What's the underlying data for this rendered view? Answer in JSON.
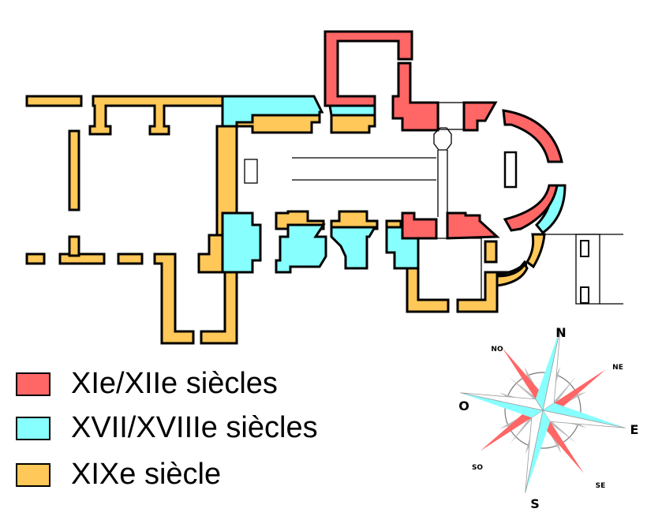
{
  "colors": {
    "period_11_12": "#ff6666",
    "period_17_18": "#88ffff",
    "period_19": "#ffc858",
    "wall_outline": "#000000"
  },
  "legend": [
    {
      "label": "XIe/XIIe siècles",
      "color": "#ff6666"
    },
    {
      "label": "XVII/XVIIIe siècles",
      "color": "#88ffff"
    },
    {
      "label": "XIXe siècle",
      "color": "#ffc858"
    }
  ],
  "compass": {
    "cardinal": {
      "north": "N",
      "east": "E",
      "south": "S",
      "west": "O"
    },
    "intercardinal": {
      "northwest": "NO",
      "northeast": "NE",
      "southeast": "SE",
      "southwest": "SO"
    }
  }
}
